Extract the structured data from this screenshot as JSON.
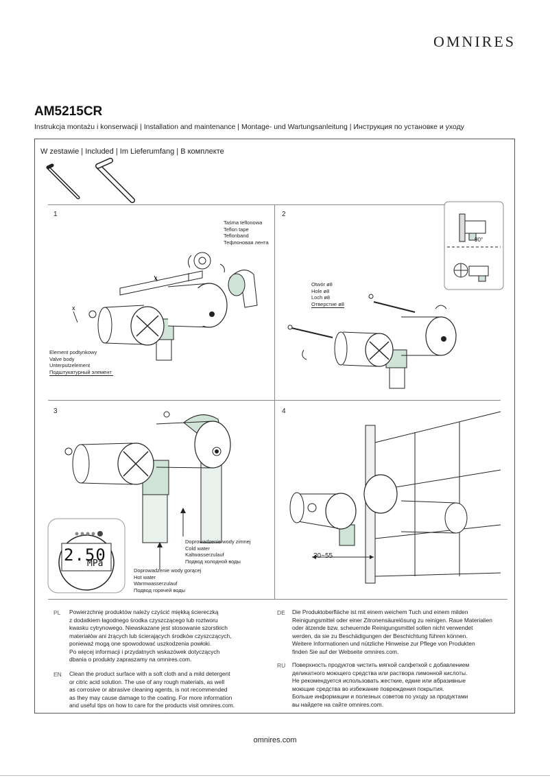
{
  "brand": {
    "logo_text": "OMNIRES"
  },
  "header": {
    "model": "AM5215CR",
    "subtitle": "Instrukcja montażu i konserwacji | Installation and maintenance | Montage- und Wartungsanleitung | Инструкция по установке и уходу"
  },
  "included": {
    "title": "W zestawie | Included | Im Lieferumfang | В комплекте",
    "items": [
      "hex-key-small-icon",
      "hex-key-large-icon"
    ]
  },
  "steps": [
    {
      "number": "1",
      "labels": {
        "teflon": [
          "Taśma teflonowa",
          "Teflon tape",
          "Teflonband",
          "Тефлоновая лента"
        ],
        "valve_body": [
          "Element podtynkowy",
          "Valve body",
          "Unterputzelement",
          "Подштукатурный элемент"
        ]
      }
    },
    {
      "number": "2",
      "labels": {
        "hole": [
          "Otwór ø8",
          "Hole ø8",
          "Loch ø8",
          "Отверстие ø8"
        ],
        "angle": "90°"
      }
    },
    {
      "number": "3",
      "labels": {
        "cold": [
          "Doprowadzenie wody zimnej",
          "Cold water",
          "Kaltwasserzulauf",
          "Подвод холодной воды"
        ],
        "hot": [
          "Doprowadzenie wody gorącej",
          "Hot water",
          "Warmwasserzulauf",
          "Подвод горячей воды"
        ],
        "gauge_value": "2.50",
        "gauge_unit": "MPa"
      }
    },
    {
      "number": "4",
      "labels": {
        "depth": "30~55"
      }
    }
  ],
  "maintenance": {
    "pl": {
      "code": "PL",
      "lines": [
        "Powierzchnię produktów należy czyścić miękką ściereczką",
        "z dodatkiem łagodnego środka czyszczącego lub roztworu",
        "kwasku cytrynowego. Niewskazane jest stosowanie szorstkich",
        "materiałów ani żrących lub ścierających środków czyszczących,",
        "ponieważ mogą one spowodować uszkodzenia powłoki.",
        "Po więcej informacji i przydatnych wskazówek dotyczących",
        "dbania o produkty zapraszamy na omnires.com."
      ]
    },
    "en": {
      "code": "EN",
      "lines": [
        "Clean the product surface with a soft cloth and a mild detergent",
        "or citric acid solution. The use of any rough materials, as well",
        "as corrosive or abrasive cleaning agents, is not recommended",
        "as they may cause damage to the coating. For more information",
        "and useful tips on how to care for the products visit omnires.com."
      ]
    },
    "de": {
      "code": "DE",
      "lines": [
        "Die Produktoberfläche ist mit einem weichem Tuch und einem milden",
        "Reinigungsmittel oder einer Zitronensäurelösung zu reinigen. Raue Materialien",
        "oder ätzende bzw. scheuernde Reinigungsmittel sollen nicht verwendet",
        "werden, da sie zu Beschädigungen der Beschichtung führen können.",
        "Weitere Informationen und nützliche Hinweise zur Pflege von Produkten",
        "finden Sie auf der Webseite omnires.com."
      ]
    },
    "ru": {
      "code": "RU",
      "lines": [
        "Поверхность продуктов чистить мягкой салфеткой с добавлением",
        "деликатного моющего средства или раствора лимонной кислоты.",
        "Не рекомендуется использовать жесткие, едкие или абразивные",
        "моющие средства во избежание повреждения покрытия.",
        "Больше информации и полезных советов по уходу за продуктами",
        "вы найдете на сайте omnires.com."
      ]
    }
  },
  "footer": {
    "url": "omnires.com"
  },
  "colors": {
    "accent_green": "#cfe3d6",
    "line": "#222222",
    "frame": "#555555"
  }
}
